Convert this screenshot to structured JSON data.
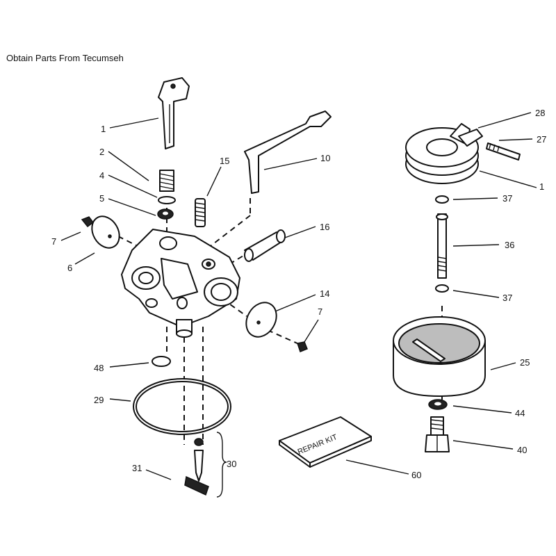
{
  "header": {
    "text": "Obtain Parts From Tecumseh"
  },
  "callouts": {
    "c1a": "1",
    "c2": "2",
    "c4": "4",
    "c5": "5",
    "c7a": "7",
    "c6": "6",
    "c15": "15",
    "c10": "10",
    "c16": "16",
    "c14": "14",
    "c7b": "7",
    "c48": "48",
    "c29": "29",
    "c31": "31",
    "c30": "30",
    "c60": "60",
    "c28": "28",
    "c27": "27",
    "c1b": "1",
    "c37a": "37",
    "c36": "36",
    "c37b": "37",
    "c25": "25",
    "c44": "44",
    "c40": "40"
  },
  "repair_kit": {
    "text": "REPAIR KIT"
  }
}
